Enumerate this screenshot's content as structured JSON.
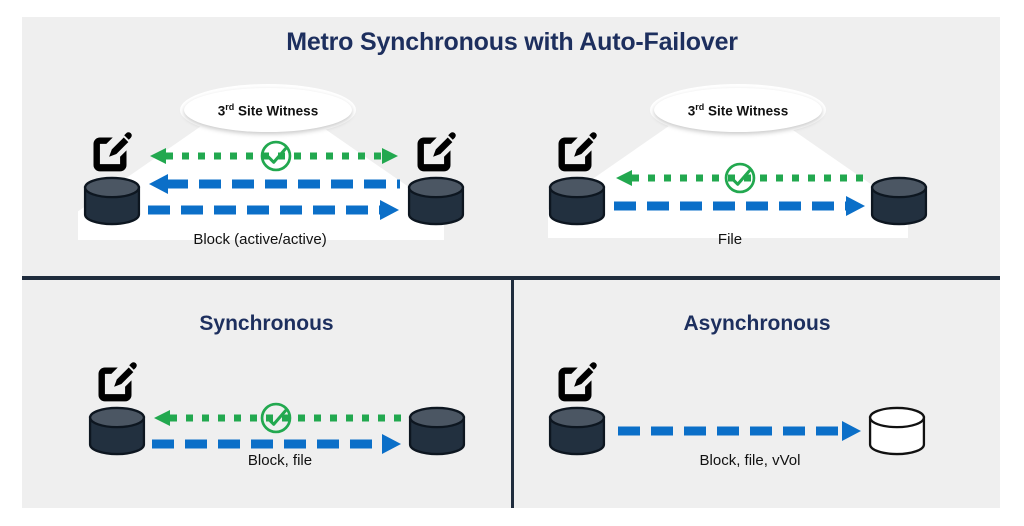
{
  "page": {
    "background": "#ffffff",
    "panel_background": "#efefef",
    "divider_color": "#1f2c3d"
  },
  "colors": {
    "title_navy": "#1d2f5e",
    "arrow_blue": "#0b6fc8",
    "arrow_green": "#22a84f",
    "storage_dark": "#22303f",
    "storage_white": "#ffffff",
    "icon_black": "#000000"
  },
  "sections": {
    "metro": {
      "title": "Metro Synchronous with Auto-Failover",
      "groups": [
        {
          "id": "block",
          "caption": "Block (active/active)",
          "witness_label_prefix": "3",
          "witness_label_sup": "rd",
          "witness_label_suffix": " Site Witness",
          "left_node": {
            "has_edit_icon": true,
            "cylinder": "dark"
          },
          "right_node": {
            "has_edit_icon": true,
            "cylinder": "dark"
          },
          "flows": [
            {
              "name": "witness-ack",
              "style": "dotted",
              "color": "#22a84f",
              "direction": "bidirectional",
              "has_check_badge": true
            },
            {
              "name": "replication-right-to-left",
              "style": "dashed",
              "color": "#0b6fc8",
              "direction": "left",
              "has_check_badge": false
            },
            {
              "name": "replication-left-to-right",
              "style": "dashed",
              "color": "#0b6fc8",
              "direction": "right",
              "has_check_badge": false
            }
          ]
        },
        {
          "id": "file",
          "caption": "File",
          "witness_label_prefix": "3",
          "witness_label_sup": "rd",
          "witness_label_suffix": " Site Witness",
          "left_node": {
            "has_edit_icon": true,
            "cylinder": "dark"
          },
          "right_node": {
            "has_edit_icon": false,
            "cylinder": "dark"
          },
          "flows": [
            {
              "name": "witness-ack",
              "style": "dotted",
              "color": "#22a84f",
              "direction": "left",
              "has_check_badge": true
            },
            {
              "name": "replication-left-to-right",
              "style": "dashed",
              "color": "#0b6fc8",
              "direction": "right",
              "has_check_badge": false
            }
          ]
        }
      ]
    },
    "synchronous": {
      "title": "Synchronous",
      "caption": "Block, file",
      "left_node": {
        "has_edit_icon": true,
        "cylinder": "dark"
      },
      "right_node": {
        "has_edit_icon": false,
        "cylinder": "dark"
      },
      "flows": [
        {
          "name": "ack-right-to-left",
          "style": "dotted",
          "color": "#22a84f",
          "direction": "left",
          "has_check_badge": true
        },
        {
          "name": "replication-left-to-right",
          "style": "dashed",
          "color": "#0b6fc8",
          "direction": "right",
          "has_check_badge": false
        }
      ]
    },
    "asynchronous": {
      "title": "Asynchronous",
      "caption": "Block, file, vVol",
      "left_node": {
        "has_edit_icon": true,
        "cylinder": "dark"
      },
      "right_node": {
        "has_edit_icon": false,
        "cylinder": "white"
      },
      "flows": [
        {
          "name": "replication-left-to-right",
          "style": "dashed",
          "color": "#0b6fc8",
          "direction": "right",
          "has_check_badge": false
        }
      ]
    }
  },
  "icons": {
    "edit": "edit-write-icon",
    "cylinder": "storage-cylinder-icon",
    "check": "check-circle-icon"
  }
}
